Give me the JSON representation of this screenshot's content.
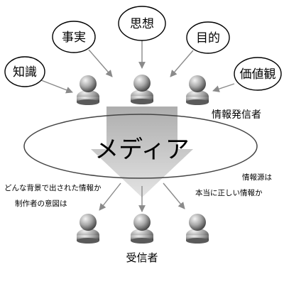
{
  "bubbles": [
    {
      "label": "知識"
    },
    {
      "label": "事実"
    },
    {
      "label": "思想"
    },
    {
      "label": "目的"
    },
    {
      "label": "価値観"
    }
  ],
  "sender_label": "情報発信者",
  "media_label": "メディア",
  "receiver_label": "受信者",
  "question_left": [
    "どんな背景で出された情報か",
    "制作者の意図は"
  ],
  "question_right": [
    "情報源は",
    "本当に正しい情報か"
  ]
}
